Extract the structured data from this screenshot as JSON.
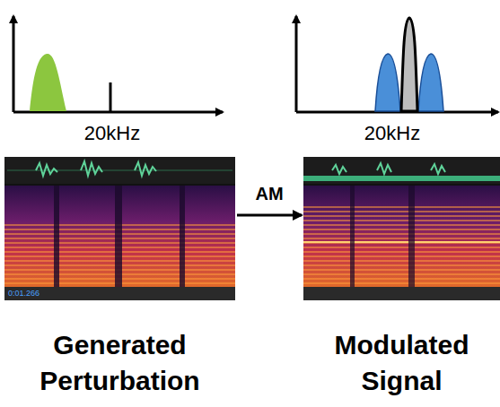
{
  "diagram": {
    "nodes": [
      {
        "text": [
          "Generated Perturbation"
        ]
      },
      {
        "text": [
          "Modulated Signal"
        ]
      }
    ],
    "edges": [
      {
        "from": 0,
        "to": 1,
        "arrow": "to",
        "label": "AM"
      }
    ],
    "labels": [
      "20kHz",
      "20kHz",
      "0:01.266"
    ]
  }
}
